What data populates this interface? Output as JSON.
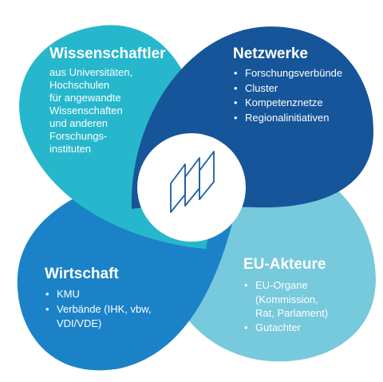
{
  "diagram": {
    "colors": {
      "top_left": "#27b7cd",
      "top_right": "#16559a",
      "bottom_left": "#1b82c8",
      "bottom_right": "#77c9dc",
      "center": "#ffffff",
      "icon_stroke": "#1b5ea3",
      "text": "#ffffff"
    },
    "center_icon": "document-layers-icon",
    "quadrants": {
      "wissenschaftler": {
        "title": "Wissenschaftler",
        "lines": [
          "aus Universitäten,",
          "Hochschulen",
          "für angewandte",
          "Wissenschaften",
          "und anderen",
          "Forschungs-",
          "instituten"
        ]
      },
      "netzwerke": {
        "title": "Netzwerke",
        "bullets": [
          "Forschungsverbünde",
          "Cluster",
          "Kompetenznetze",
          "Regionalinitiativen"
        ]
      },
      "wirtschaft": {
        "title": "Wirtschaft",
        "bullets": [
          "KMU",
          "Verbände (IHK, vbw,\nVDI/VDE)"
        ]
      },
      "eu_akteure": {
        "title": "EU-Akteure",
        "bullets": [
          "EU-Organe\n(Kommission,\nRat, Parlament)",
          "Gutachter"
        ]
      }
    }
  }
}
